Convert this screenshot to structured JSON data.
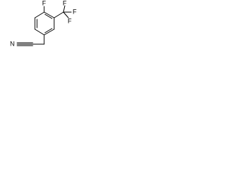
{
  "molecule": {
    "atoms": {
      "fluorine_ring": "F",
      "nitrogen": "N",
      "cf3_f_top": "F",
      "cf3_f_right": "F",
      "cf3_f_bottom": "F"
    }
  }
}
